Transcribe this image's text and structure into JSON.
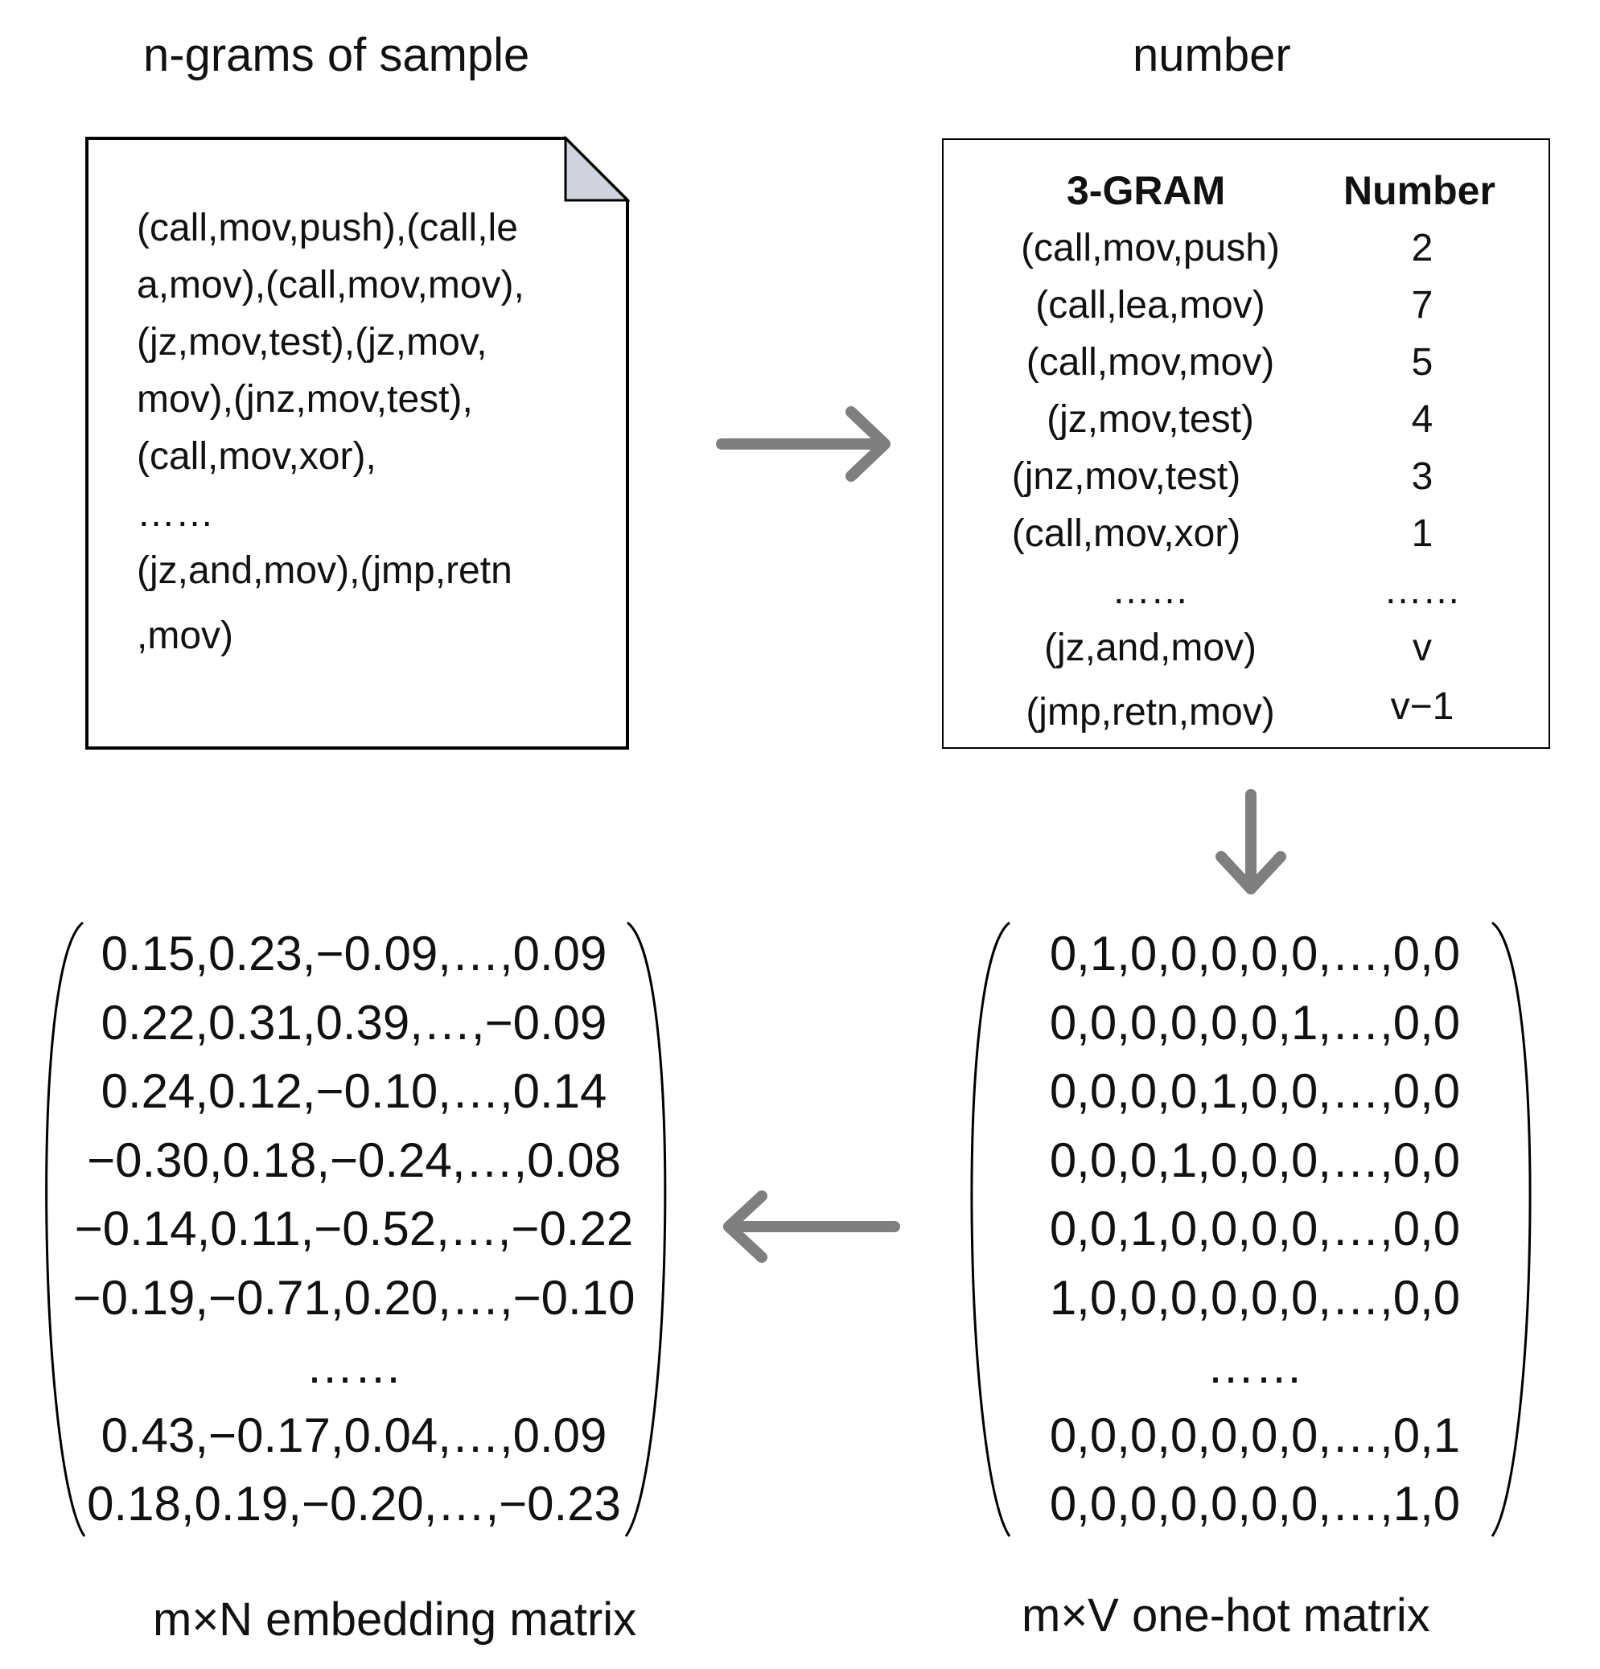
{
  "doc_panel": {
    "title": "n-grams of sample",
    "lines": [
      "(call,mov,push),(call,le",
      "a,mov),(call,mov,mov),",
      "(jz,mov,test),(jz,mov,",
      "mov),(jnz,mov,test),",
      "(call,mov,xor),",
      "……",
      "(jz,and,mov),(jmp,retn",
      ",mov)"
    ]
  },
  "table_panel": {
    "title": "number",
    "headers": [
      "3-GRAM",
      "Number"
    ],
    "rows": [
      [
        "(call,mov,push)",
        "2"
      ],
      [
        "(call,lea,mov)",
        "7"
      ],
      [
        "(call,mov,mov)",
        "5"
      ],
      [
        "(jz,mov,test)",
        "4"
      ],
      [
        "(jnz,mov,test)",
        "3"
      ],
      [
        "(call,mov,xor)",
        "1"
      ],
      [
        "……",
        "……"
      ],
      [
        "(jz,and,mov)",
        "v"
      ],
      [
        "(jmp,retn,mov)",
        "v−1"
      ]
    ]
  },
  "onehot_panel": {
    "caption": "m×V one-hot matrix",
    "rows": [
      "0,1,0,0,0,0,0,…,0,0",
      "0,0,0,0,0,0,1,…,0,0",
      "0,0,0,0,1,0,0,…,0,0",
      "0,0,0,1,0,0,0,…,0,0",
      "0,0,1,0,0,0,0,…,0,0",
      "1,0,0,0,0,0,0,…,0,0",
      "……",
      "0,0,0,0,0,0,0,…,0,1",
      "0,0,0,0,0,0,0,…,1,0"
    ]
  },
  "embedding_panel": {
    "caption": "m×N embedding matrix",
    "rows": [
      "0.15,0.23,−0.09,…,0.09",
      "0.22,0.31,0.39,…,−0.09",
      "0.24,0.12,−0.10,…,0.14",
      "−0.30,0.18,−0.24,…,0.08",
      "−0.14,0.11,−0.52,…,−0.22",
      "−0.19,−0.71,0.20,…,−0.10",
      "……",
      "0.43,−0.17,0.04,…,0.09",
      "0.18,0.19,−0.20,…,−0.23"
    ]
  },
  "colors": {
    "arrow": "#7f7f7f",
    "ink": "#111111",
    "page_fold": "#d0d3dc"
  },
  "icons": {
    "doc": "document-icon",
    "arrows": [
      "arrow-right-icon",
      "arrow-down-icon",
      "arrow-left-icon"
    ]
  }
}
